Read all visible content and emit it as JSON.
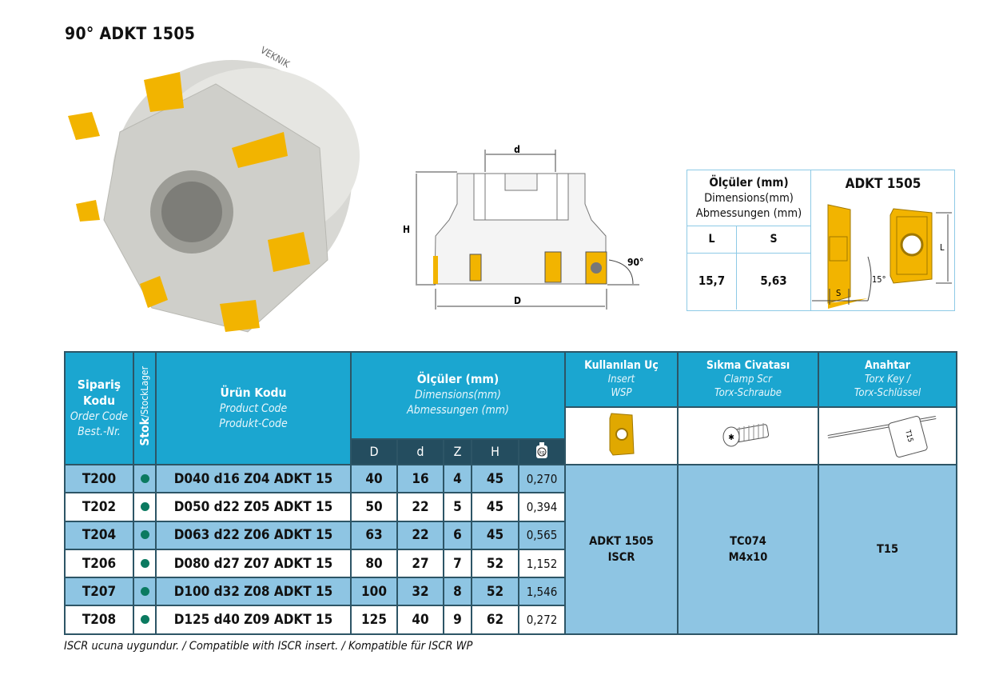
{
  "title": "90° ADKT 1505",
  "diagram": {
    "label_d": "d",
    "label_H": "H",
    "label_D": "D",
    "angle": "90°"
  },
  "dimensions_box": {
    "heading": "Ölçüler (mm)",
    "heading_en": "Dimensions(mm)",
    "heading_de": "Abmessungen (mm)",
    "col_L": "L",
    "col_S": "S",
    "value_L": "15,7",
    "value_S": "5,63",
    "insert_title": "ADKT 1505",
    "label_S": "S",
    "label_L": "L",
    "angle": "15°"
  },
  "table": {
    "headers": {
      "order": {
        "tr": "Sipariş Kodu",
        "en": "Order Code",
        "de": "Best.-Nr."
      },
      "stock": {
        "tr": "Stok",
        "rest": "/StockLager"
      },
      "product": {
        "tr": "Ürün Kodu",
        "en": "Product Code",
        "de": "Produkt-Code"
      },
      "dims": {
        "tr": "Ölçüler (mm)",
        "en": "Dimensions(mm)",
        "de": "Abmessungen (mm)"
      },
      "dim_cols": [
        "D",
        "d",
        "Z",
        "H"
      ],
      "weight_icon": "kg",
      "insert": {
        "tr": "Kullanılan Uç",
        "en": "Insert",
        "de": "WSP"
      },
      "screw": {
        "tr": "Sıkma Civatası",
        "en": "Clamp Scr",
        "de": "Torx-Schraube"
      },
      "key": {
        "tr": "Anahtar",
        "en": "Torx Key /",
        "de": "Torx-Schlüssel"
      }
    },
    "rows": [
      {
        "order": "T200",
        "product": "D040 d16 Z04 ADKT 15",
        "D": "40",
        "d": "16",
        "Z": "4",
        "H": "45",
        "kg": "0,270"
      },
      {
        "order": "T202",
        "product": "D050 d22 Z05 ADKT 15",
        "D": "50",
        "d": "22",
        "Z": "5",
        "H": "45",
        "kg": "0,394"
      },
      {
        "order": "T204",
        "product": "D063 d22 Z06 ADKT 15",
        "D": "63",
        "d": "22",
        "Z": "6",
        "H": "45",
        "kg": "0,565"
      },
      {
        "order": "T206",
        "product": "D080 d27 Z07 ADKT 15",
        "D": "80",
        "d": "27",
        "Z": "7",
        "H": "52",
        "kg": "1,152"
      },
      {
        "order": "T207",
        "product": "D100 d32 Z08 ADKT 15",
        "D": "100",
        "d": "32",
        "Z": "8",
        "H": "52",
        "kg": "1,546"
      },
      {
        "order": "T208",
        "product": "D125 d40 Z09 ADKT 15",
        "D": "125",
        "d": "40",
        "Z": "9",
        "H": "62",
        "kg": "0,272"
      }
    ],
    "insert_value": [
      "ADKT 1505",
      "ISCR"
    ],
    "screw_value": [
      "TC074",
      "M4x10"
    ],
    "key_value": "T15",
    "key_label": "T15"
  },
  "footnote": "ISCR ucuna uygundur. / Compatible with ISCR insert. / Kompatible für ISCR WP",
  "colors": {
    "header": "#1ba6d0",
    "subheader": "#244d5f",
    "row_alt": "#8ec5e3",
    "stock_dot": "#0b7a60",
    "insert_gold": "#f2b400"
  }
}
